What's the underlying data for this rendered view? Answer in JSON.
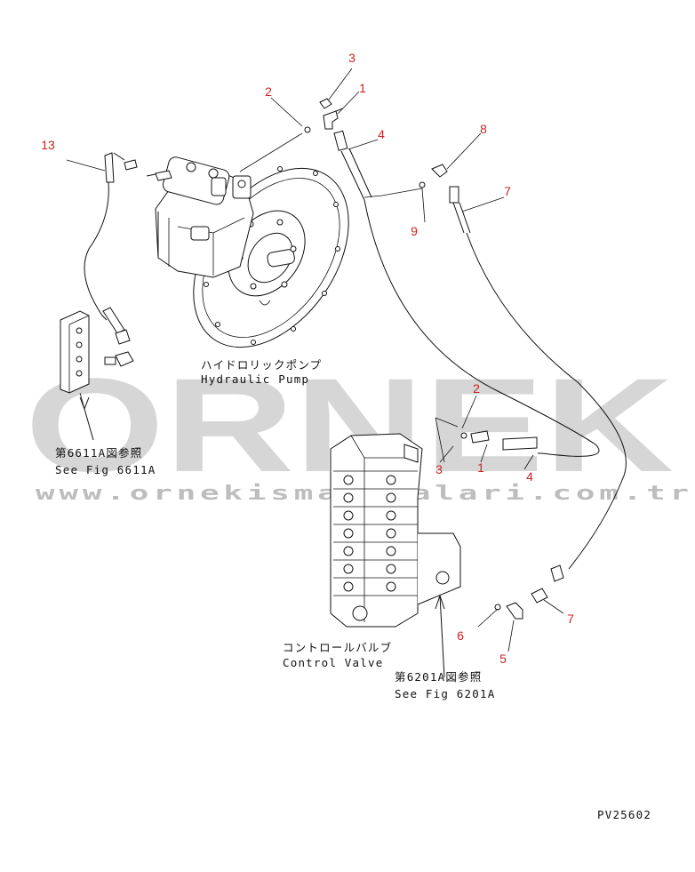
{
  "watermark": {
    "brand": "ORNEK",
    "url": "www.ornekismakinalari.com.tr"
  },
  "captions": {
    "pump_jp": "ハイドロリックポンプ",
    "pump_en": "Hydraulic Pump",
    "valve_jp": "コントロールバルブ",
    "valve_en": "Control Valve",
    "ref_6611_jp": "第6611A図参照",
    "ref_6611_en": "See Fig 6611A",
    "ref_6201_jp": "第6201A図参照",
    "ref_6201_en": "See Fig 6201A",
    "drawing_number": "PV25602"
  },
  "callouts": [
    {
      "id": "c-3-top",
      "label": "3"
    },
    {
      "id": "c-2-top",
      "label": "2"
    },
    {
      "id": "c-1-top",
      "label": "1"
    },
    {
      "id": "c-4-top",
      "label": "4"
    },
    {
      "id": "c-8",
      "label": "8"
    },
    {
      "id": "c-13",
      "label": "13"
    },
    {
      "id": "c-7-top",
      "label": "7"
    },
    {
      "id": "c-9",
      "label": "9"
    },
    {
      "id": "c-2-mid",
      "label": "2"
    },
    {
      "id": "c-3-mid",
      "label": "3"
    },
    {
      "id": "c-1-mid",
      "label": "1"
    },
    {
      "id": "c-4-mid",
      "label": "4"
    },
    {
      "id": "c-6",
      "label": "6"
    },
    {
      "id": "c-5",
      "label": "5"
    },
    {
      "id": "c-7-bot",
      "label": "7"
    }
  ],
  "colors": {
    "callout": "#cc2222",
    "line": "#111111",
    "watermark": "#d6d6d6"
  }
}
